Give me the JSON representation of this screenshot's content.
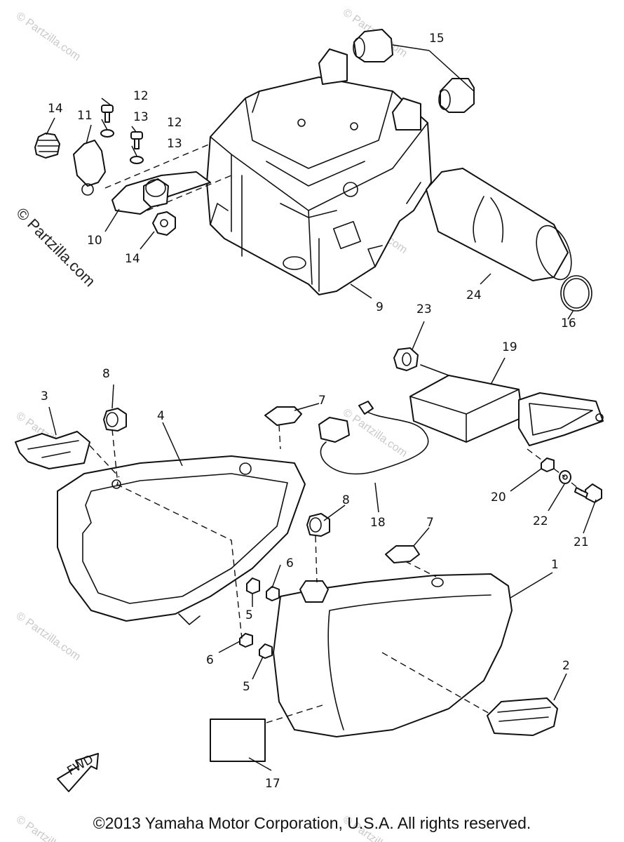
{
  "watermark": "© Partzilla.com",
  "side_watermark": "© Partzilla.com",
  "copyright": "©2013 Yamaha Motor Corporation, U.S.A. All rights reserved.",
  "fwd_label": "FWD",
  "callouts": {
    "p1": "1",
    "p2": "2",
    "p3": "3",
    "p4": "4",
    "p5a": "5",
    "p5b": "5",
    "p6a": "6",
    "p6b": "6",
    "p7a": "7",
    "p7b": "7",
    "p8a": "8",
    "p8b": "8",
    "p9": "9",
    "p10": "10",
    "p11": "11",
    "p12a": "12",
    "p12b": "12",
    "p13a": "13",
    "p13b": "13",
    "p14a": "14",
    "p14b": "14",
    "p15": "15",
    "p16": "16",
    "p17": "17",
    "p18": "18",
    "p19": "19",
    "p20": "20",
    "p21": "21",
    "p22": "22",
    "p23": "23",
    "p24": "24"
  }
}
